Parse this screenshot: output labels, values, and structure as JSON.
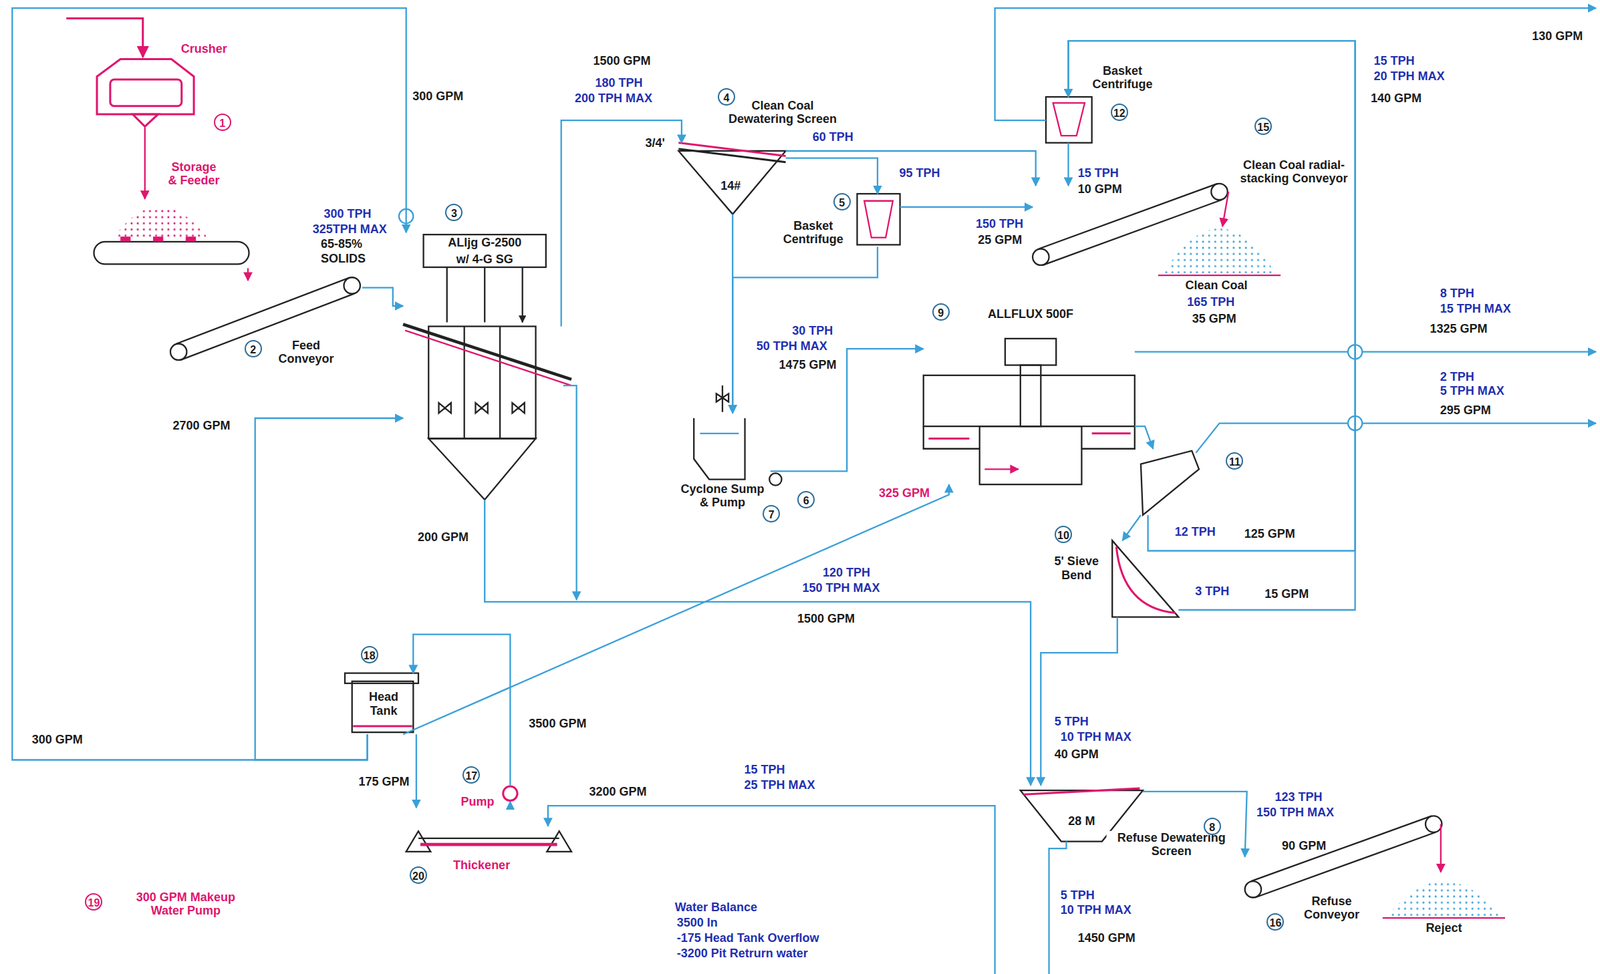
{
  "diagram": {
    "nodes": [
      {
        "text": [
          "Crusher",
          "1"
        ]
      },
      {
        "text": [
          "Storage & Feeder"
        ]
      },
      {
        "text": [
          "Feed Conveyor",
          "2"
        ]
      },
      {
        "text": [
          "ALljg G-2500",
          "w/ 4-G SG",
          "3"
        ]
      },
      {
        "text": [
          "Clean Coal Dewatering Screen",
          "4",
          "3/4'",
          "14#"
        ]
      },
      {
        "text": [
          "Basket Centrifuge",
          "5"
        ]
      },
      {
        "text": [
          "Cyclone Sump & Pump",
          "6",
          "7"
        ]
      },
      {
        "text": [
          "ALLFLUX 500F",
          "9"
        ]
      },
      {
        "text": [
          "11"
        ]
      },
      {
        "text": [
          "5' Sieve Bend",
          "10"
        ]
      },
      {
        "text": [
          "Basket Centrifuge",
          "12"
        ]
      },
      {
        "text": [
          "Clean Coal radial-stacking Conveyor",
          "15"
        ]
      },
      {
        "text": [
          "Clean Coal"
        ]
      },
      {
        "text": [
          "Head Tank",
          "18"
        ]
      },
      {
        "text": [
          "Pump",
          "17"
        ]
      },
      {
        "text": [
          "Thickener",
          "20"
        ]
      },
      {
        "text": [
          "Refuse Dewatering Screen",
          "8",
          "28 M"
        ]
      },
      {
        "text": [
          "Refuse Conveyor",
          "16"
        ]
      },
      {
        "text": [
          "Reject"
        ]
      },
      {
        "text": [
          "300 GPM Makeup Water Pump",
          "19"
        ]
      }
    ],
    "edges": [
      {
        "from": 0,
        "to": 1,
        "arrow": "to"
      },
      {
        "from": 1,
        "to": 2,
        "arrow": "to"
      },
      {
        "from": 2,
        "to": 3,
        "arrow": "to"
      },
      {
        "from": 3,
        "to": 4,
        "arrow": "to"
      },
      {
        "from": 4,
        "to": 5,
        "arrow": "to"
      },
      {
        "from": 4,
        "to": 11,
        "arrow": "to"
      },
      {
        "from": 5,
        "to": 11,
        "arrow": "to"
      },
      {
        "from": 5,
        "to": 6,
        "arrow": "to"
      },
      {
        "from": 4,
        "to": 6,
        "arrow": "to"
      },
      {
        "from": 6,
        "to": 7,
        "arrow": "to"
      },
      {
        "from": 7,
        "to": 8,
        "arrow": "to"
      },
      {
        "from": 8,
        "to": 9,
        "arrow": "to"
      },
      {
        "from": 9,
        "to": 16,
        "arrow": "to"
      },
      {
        "from": 3,
        "to": 16,
        "arrow": "to"
      },
      {
        "from": 16,
        "to": 17,
        "arrow": "to"
      },
      {
        "from": 17,
        "to": 18,
        "arrow": "to"
      },
      {
        "from": 11,
        "to": 12,
        "arrow": "to"
      },
      {
        "from": 15,
        "to": 14,
        "arrow": "to"
      },
      {
        "from": 14,
        "to": 13,
        "arrow": "to"
      },
      {
        "from": 13,
        "to": 15,
        "arrow": "to"
      },
      {
        "from": 13,
        "to": 3,
        "arrow": "to"
      },
      {
        "from": 13,
        "to": 7,
        "arrow": "to"
      },
      {
        "from": 13,
        "to": 3,
        "arrow": "to"
      },
      {
        "from": 8,
        "to": 10,
        "arrow": "to"
      },
      {
        "from": 9,
        "to": 10,
        "arrow": "to"
      },
      {
        "from": 10,
        "to": 11,
        "arrow": "to"
      }
    ],
    "labels": [
      "300 GPM",
      "1500 GPM",
      "180 TPH",
      "200 TPH MAX",
      "300 TPH",
      "325TPH MAX",
      "65-85%",
      "SOLIDS",
      "60 TPH",
      "95 TPH",
      "150 TPH",
      "25 GPM",
      "15 TPH",
      "10 GPM",
      "165 TPH",
      "35 GPM",
      "15 TPH",
      "20 TPH MAX",
      "140 GPM",
      "130 GPM",
      "8 TPH",
      "15 TPH MAX",
      "1325 GPM",
      "2 TPH",
      "5 TPH MAX",
      "295 GPM",
      "30 TPH",
      "50 TPH MAX",
      "1475 GPM",
      "2700 GPM",
      "325 GPM",
      "12 TPH",
      "125 GPM",
      "3 TPH",
      "15 GPM",
      "200 GPM",
      "120 TPH",
      "150 TPH MAX",
      "1500 GPM",
      "300 GPM",
      "3500 GPM",
      "175 GPM",
      "3200 GPM",
      "15 TPH",
      "25 TPH MAX",
      "5 TPH",
      "10 TPH MAX",
      "40 GPM",
      "123 TPH",
      "150 TPH MAX",
      "90 GPM",
      "5 TPH",
      "10 TPH MAX",
      "1450 GPM",
      "Water Balance",
      "3500 In",
      "-175 Head Tank Overflow",
      "-3200 Pit Retrurn water"
    ]
  }
}
